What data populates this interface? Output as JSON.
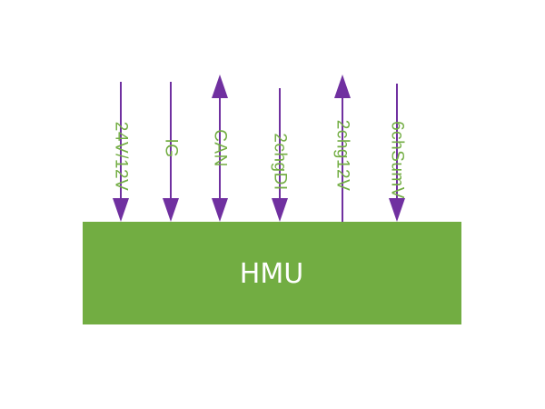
{
  "colors": {
    "block_fill": "#72ad42",
    "block_text": "#ffffff",
    "arrow": "#7030a0",
    "label": "#72ad42",
    "background": "#ffffff"
  },
  "block": {
    "label": "HMU"
  },
  "signals": [
    {
      "label": "24V/12V",
      "direction": "in"
    },
    {
      "label": "IG",
      "direction": "in"
    },
    {
      "label": "CAN",
      "direction": "bidirectional"
    },
    {
      "label": "2chgDI",
      "direction": "in"
    },
    {
      "label": "2chg12V",
      "direction": "out"
    },
    {
      "label": "6chSumV",
      "direction": "in"
    }
  ]
}
